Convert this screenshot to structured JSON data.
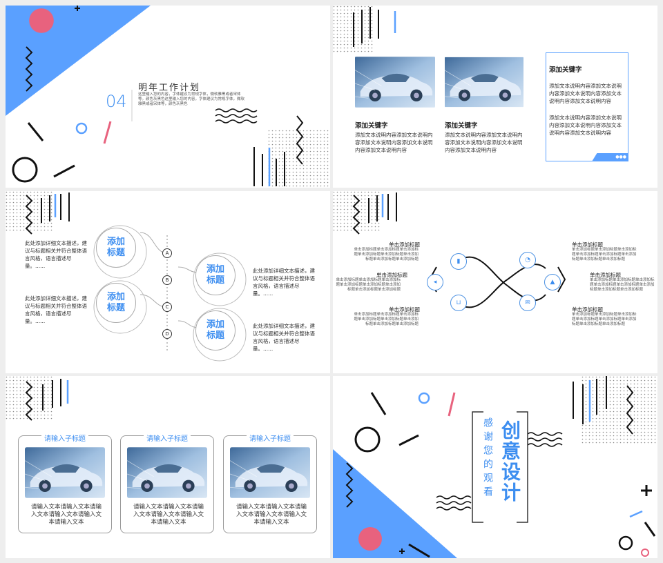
{
  "colors": {
    "blue": "#5aa0ff",
    "accent_blue": "#3d8ef0",
    "pink": "#e8627e",
    "dark": "#111111"
  },
  "slide1": {
    "number": "04",
    "title": "明年工作计划",
    "body": "这里输入您的内容，字体建议为常规字体，微软雅黑或者宋体等。颜色灰黑色这里输入您的内容，字体建议为常规字体，微软雅黑或者宋体等，颜色灰黑色"
  },
  "slide2": {
    "items": [
      {
        "heading": "添加关键字",
        "text": "添加文本说明内容添加文本说明内容添加文本说明内容添加文本说明内容添加文本说明内容"
      },
      {
        "heading": "添加关键字",
        "text": "添加文本说明内容添加文本说明内容添加文本说明内容添加文本说明内容添加文本说明内容"
      }
    ],
    "box": {
      "heading": "添加关键字",
      "para1": "添加文本说明内容添加文本说明内容添加文本说明内容添加文本说明内容添加文本说明内容",
      "para2": "添加文本说明内容添加文本说明内容添加文本说明内容添加文本说明内容添加文本说明内容",
      "dots": "●●●"
    }
  },
  "slide3": {
    "circles": [
      "添加\n标题",
      "添加\n标题",
      "添加\n标题",
      "添加\n标题"
    ],
    "letters": [
      "A",
      "B",
      "C",
      "D"
    ],
    "desc": "此处添加详细文本描述，建议与标题相关并符合整体语言风格，语言描述尽量。......"
  },
  "slide4": {
    "label": "单击添加标题",
    "desc": "单击添加标题单击添加标题单击添加标题单击添加标题单击添加标题单击添加标题单击添加标题单击添加标题"
  },
  "slide5": {
    "cards": [
      {
        "subtitle": "请输入子标题",
        "text": "请输入文本请输入文本请输入文本请输入文本请输入文本请输入文本"
      },
      {
        "subtitle": "请输入子标题",
        "text": "请输入文本请输入文本请输入文本请输入文本请输入文本请输入文本"
      },
      {
        "subtitle": "请输入子标题",
        "text": "请输入文本请输入文本请输入文本请输入文本请输入文本请输入文本"
      }
    ]
  },
  "slide6": {
    "big": "创意设计",
    "small": "感谢您的观看"
  }
}
